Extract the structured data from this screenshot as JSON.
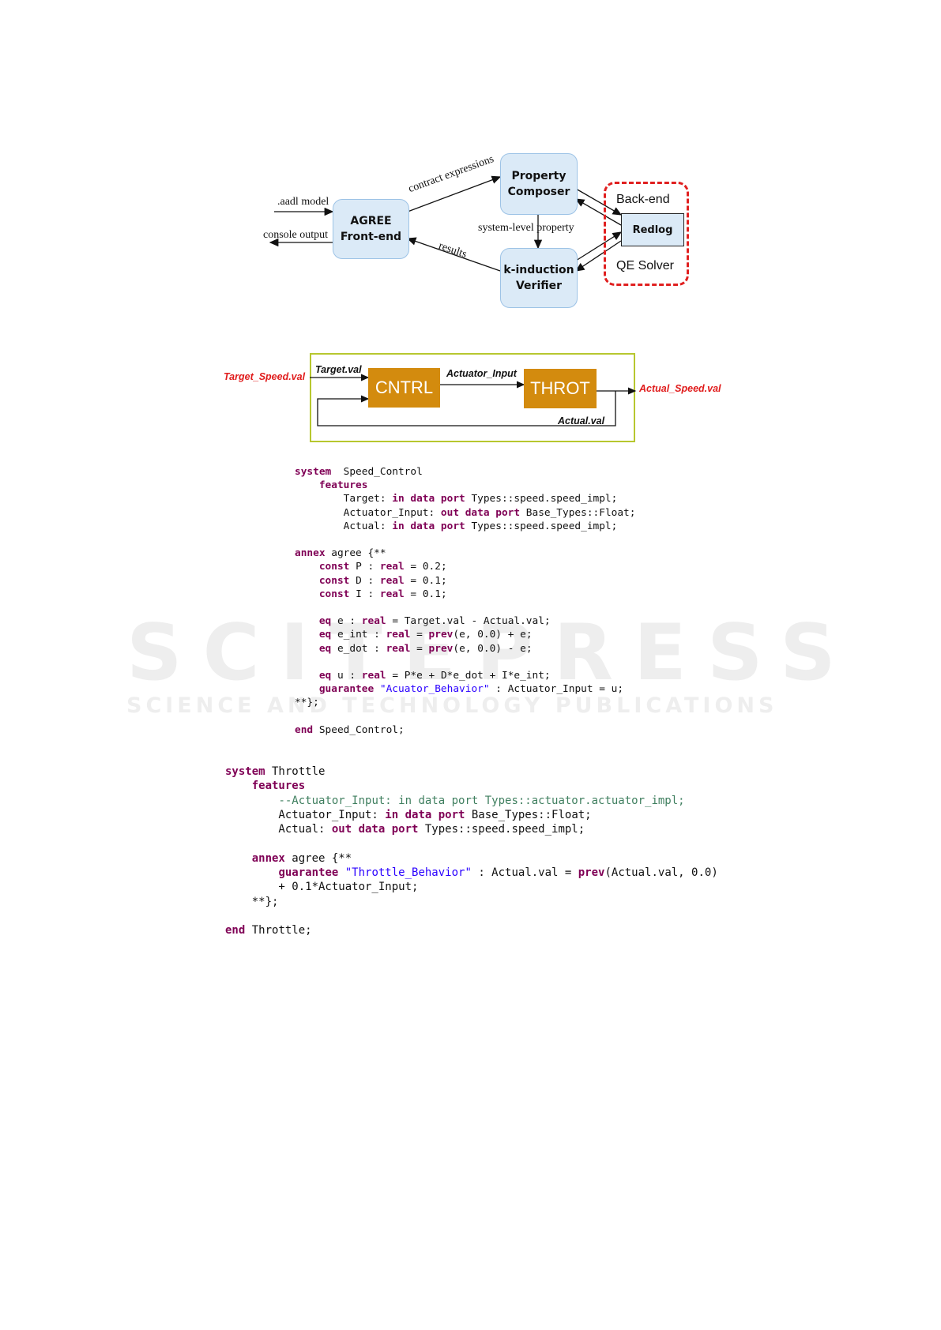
{
  "figure1": {
    "boxes": {
      "frontend": "AGREE\nFront-end",
      "composer": "Property\nComposer",
      "verifier": "k-induction\nVerifier",
      "redlog": "Redlog"
    },
    "labels": {
      "aadl_model": ".aadl model",
      "console_output": "console output",
      "contract_expressions": "contract expressions",
      "system_level_property": "system-level property",
      "results": "results",
      "backend": "Back-end",
      "qe_solver": "QE Solver"
    }
  },
  "figure2": {
    "blocks": {
      "cntrl": "CNTRL",
      "throt": "THROT"
    },
    "labels": {
      "target_speed": "Target_Speed.val",
      "target_val": "Target.val",
      "actuator_input": "Actuator_Input",
      "actual_speed": "Actual_Speed.val",
      "actual_val": "Actual.val"
    }
  },
  "code1": [
    [
      [
        "kw",
        "system"
      ],
      [
        "",
        "  Speed_Control"
      ]
    ],
    [
      [
        "",
        "    "
      ],
      [
        "kw",
        "features"
      ]
    ],
    [
      [
        "",
        "        Target: "
      ],
      [
        "kw",
        "in data port"
      ],
      [
        "",
        " Types::speed.speed_impl;"
      ]
    ],
    [
      [
        "",
        "        Actuator_Input: "
      ],
      [
        "kw",
        "out data port"
      ],
      [
        "",
        " Base_Types::Float;"
      ]
    ],
    [
      [
        "",
        "        Actual: "
      ],
      [
        "kw",
        "in data port"
      ],
      [
        "",
        " Types::speed.speed_impl;"
      ]
    ],
    [],
    [
      [
        "kw",
        "annex"
      ],
      [
        "",
        " agree {**"
      ]
    ],
    [
      [
        "",
        "    "
      ],
      [
        "kw",
        "const"
      ],
      [
        "",
        " P : "
      ],
      [
        "kw",
        "real"
      ],
      [
        "",
        " = 0.2;"
      ]
    ],
    [
      [
        "",
        "    "
      ],
      [
        "kw",
        "const"
      ],
      [
        "",
        " D : "
      ],
      [
        "kw",
        "real"
      ],
      [
        "",
        " = 0.1;"
      ]
    ],
    [
      [
        "",
        "    "
      ],
      [
        "kw",
        "const"
      ],
      [
        "",
        " I : "
      ],
      [
        "kw",
        "real"
      ],
      [
        "",
        " = 0.1;"
      ]
    ],
    [],
    [
      [
        "",
        "    "
      ],
      [
        "kw",
        "eq"
      ],
      [
        "",
        " e : "
      ],
      [
        "kw",
        "real"
      ],
      [
        "",
        " = Target.val - Actual.val;"
      ]
    ],
    [
      [
        "",
        "    "
      ],
      [
        "kw",
        "eq"
      ],
      [
        "",
        " e_int : "
      ],
      [
        "kw",
        "real"
      ],
      [
        "",
        " = "
      ],
      [
        "kw",
        "prev"
      ],
      [
        "",
        "(e, 0.0) + e;"
      ]
    ],
    [
      [
        "",
        "    "
      ],
      [
        "kw",
        "eq"
      ],
      [
        "",
        " e_dot : "
      ],
      [
        "kw",
        "real"
      ],
      [
        "",
        " = "
      ],
      [
        "kw",
        "prev"
      ],
      [
        "",
        "(e, 0.0) - e;"
      ]
    ],
    [],
    [
      [
        "",
        "    "
      ],
      [
        "kw",
        "eq"
      ],
      [
        "",
        " u : "
      ],
      [
        "kw",
        "real"
      ],
      [
        "",
        " = P*e + D*e_dot + I*e_int;"
      ]
    ],
    [
      [
        "",
        "    "
      ],
      [
        "kw",
        "guarantee"
      ],
      [
        "",
        " "
      ],
      [
        "str",
        "\"Acuator_Behavior\""
      ],
      [
        "",
        " : Actuator_Input = u;"
      ]
    ],
    [
      [
        "",
        "**};"
      ]
    ],
    [],
    [
      [
        "kw",
        "end"
      ],
      [
        "",
        " Speed_Control;"
      ]
    ]
  ],
  "code2": [
    [
      [
        "kw",
        "system"
      ],
      [
        "",
        " Throttle"
      ]
    ],
    [
      [
        "",
        "    "
      ],
      [
        "kw",
        "features"
      ]
    ],
    [
      [
        "",
        "        "
      ],
      [
        "cm",
        "--Actuator_Input: in data port Types::actuator.actuator_impl;"
      ]
    ],
    [
      [
        "",
        "        Actuator_Input: "
      ],
      [
        "kw",
        "in data port"
      ],
      [
        "",
        " Base_Types::Float;"
      ]
    ],
    [
      [
        "",
        "        Actual: "
      ],
      [
        "kw",
        "out data port"
      ],
      [
        "",
        " Types::speed.speed_impl;"
      ]
    ],
    [],
    [
      [
        "",
        "    "
      ],
      [
        "kw",
        "annex"
      ],
      [
        "",
        " agree {**"
      ]
    ],
    [
      [
        "",
        "        "
      ],
      [
        "kw",
        "guarantee"
      ],
      [
        "",
        " "
      ],
      [
        "str",
        "\"Throttle_Behavior\""
      ],
      [
        "",
        " : Actual.val = "
      ],
      [
        "kw",
        "prev"
      ],
      [
        "",
        "(Actual.val, 0.0)"
      ]
    ],
    [
      [
        "",
        "        + 0.1*Actuator_Input;"
      ]
    ],
    [
      [
        "",
        "    **};"
      ]
    ],
    [],
    [
      [
        "kw",
        "end"
      ],
      [
        "",
        " Throttle;"
      ]
    ]
  ],
  "watermark": {
    "big": "SCITEPRESS",
    "small": "SCIENCE AND TECHNOLOGY PUBLICATIONS"
  }
}
